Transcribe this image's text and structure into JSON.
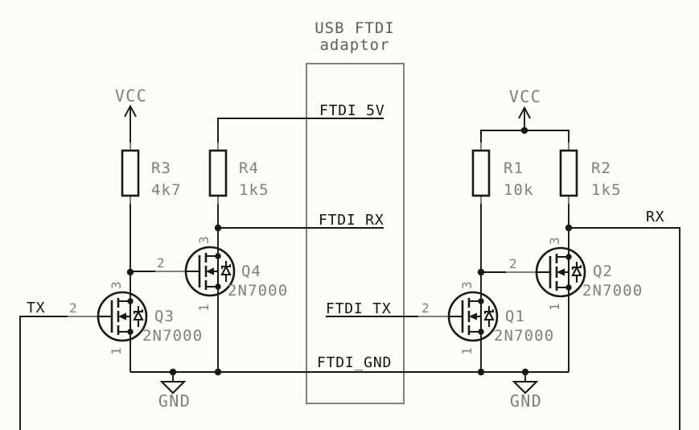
{
  "sheet": {
    "title_line1": "USB FTDI",
    "title_line2": "adaptor",
    "pins": {
      "p5v": "FTDI_5V",
      "prx": "FTDI_RX",
      "ptx": "FTDI_TX",
      "pgnd": "FTDI_GND"
    }
  },
  "net_labels": {
    "tx": "TX",
    "rx": "RX"
  },
  "power": {
    "vcc": "VCC",
    "gnd": "GND"
  },
  "transistor_pins": {
    "gate": "2",
    "drain": "3",
    "source": "1"
  },
  "components": {
    "r1": {
      "ref": "R1",
      "value": "10k"
    },
    "r2": {
      "ref": "R2",
      "value": "1k5"
    },
    "r3": {
      "ref": "R3",
      "value": "4k7"
    },
    "r4": {
      "ref": "R4",
      "value": "1k5"
    },
    "q1": {
      "ref": "Q1",
      "value": "2N7000"
    },
    "q2": {
      "ref": "Q2",
      "value": "2N7000"
    },
    "q3": {
      "ref": "Q3",
      "value": "2N7000"
    },
    "q4": {
      "ref": "Q4",
      "value": "2N7000"
    }
  },
  "colors": {
    "background": "#fcfcf8",
    "wire": "#181818",
    "field_text": "#7f7f7f",
    "net_text": "#141414",
    "sheet_outline": "#6a6a6a"
  }
}
